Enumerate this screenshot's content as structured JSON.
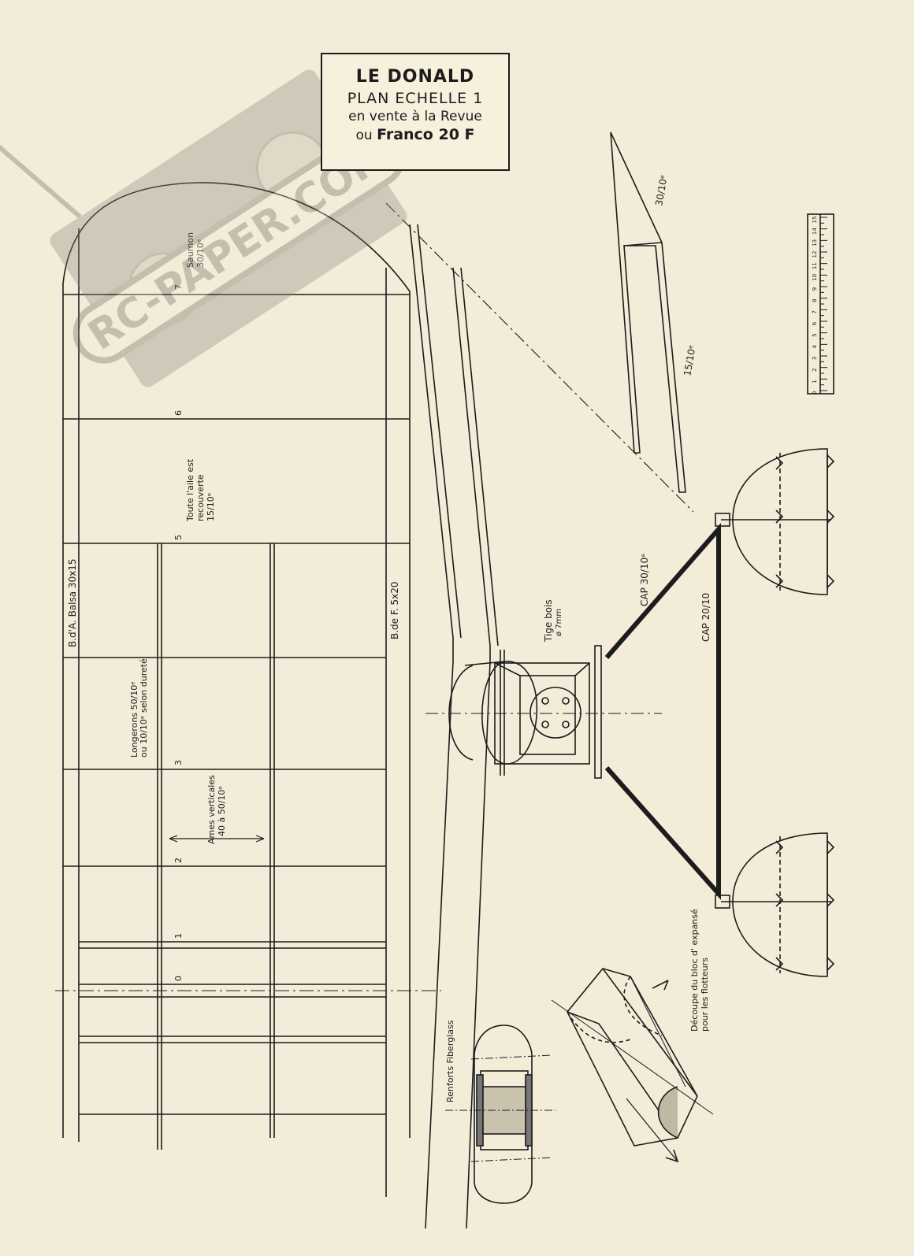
{
  "title_box": {
    "line1": "LE DONALD",
    "line2": "PLAN ECHELLE 1",
    "line3": "en vente à la Revue",
    "line4_prefix": "ou",
    "line4_main": "Franco 20 F"
  },
  "watermark": {
    "text": "RC-PAPER.COM"
  },
  "wing": {
    "rib_numbers": [
      "0",
      "1",
      "2",
      "3",
      "5",
      "6",
      "7"
    ],
    "leading_edge_label": "B.d'A. Balsa 30x15",
    "trailing_edge_label": "B.de F. 5x20",
    "tip_label_1": "Saumon",
    "tip_label_2": "30/10ᵉ",
    "covering_1": "Toute l'aile est",
    "covering_2": "recouverte",
    "covering_3": "15/10ᵉ",
    "spars_1": "Longerons 50/10ᵉ",
    "spars_2": "ou 10/10ᵉ selon dureté",
    "webs_1": "Ames verticales",
    "webs_2": "40 à 50/10ᵉ"
  },
  "fin": {
    "top_label": "30/10ᵉ",
    "side_label": "15/10ᵉ"
  },
  "undercarriage": {
    "rod_label_1": "Tige bois",
    "rod_label_2": "ø 7mm",
    "cap_a": "CAP 30/10ᵉ",
    "cap_b": "CAP 20/10"
  },
  "detail": {
    "fiberglass": "Renforts Fiberglass",
    "cut_1": "Découpe du bloc d' expansé",
    "cut_2": "pour les flotteurs"
  },
  "scale": {
    "ticks": [
      "0",
      "1",
      "2",
      "3",
      "4",
      "5",
      "6",
      "7",
      "8",
      "9",
      "10",
      "11",
      "12",
      "13",
      "14",
      "15"
    ]
  }
}
